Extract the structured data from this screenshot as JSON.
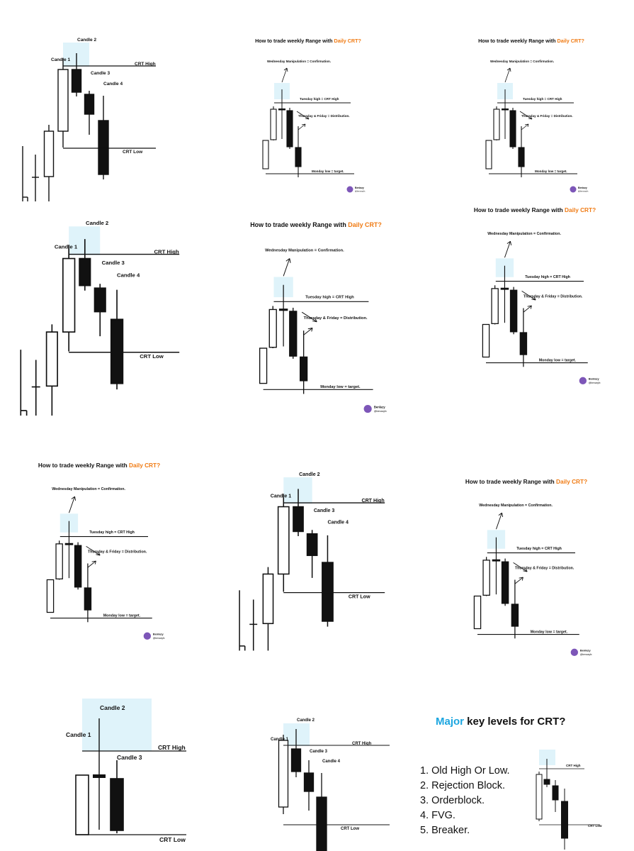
{
  "colors": {
    "accent": "#f07a12",
    "major_blue": "#1ca6e0",
    "zone": "#dff3fa",
    "candle": "#111111",
    "avatar": "#7d56b8"
  },
  "crt": {
    "candle1": "Candle 1",
    "candle2": "Candle 2",
    "candle3": "Candle 3",
    "candle4": "Candle 4",
    "high": "CRT High",
    "low": "CRT Low"
  },
  "weekly": {
    "title_pre": "How to trade weekly Range with ",
    "title_accent": "Daily CRT?",
    "wednesday": "Wednesday Manipulation = Confirmation.",
    "tuesday": "Tuesday high = CRT High",
    "thursday": "Thursday & Friday = Distribution.",
    "monday": "Monday low  = target.",
    "handle_name": "Benlazy",
    "handle_user": "@benzayfx"
  },
  "keylevels": {
    "title_accent": "Major",
    "title_rest": " key levels for CRT?",
    "items": [
      "1. Old High Or Low.",
      "2. Rejection Block.",
      "3. Orderblock.",
      "4. FVG.",
      "5. Breaker."
    ]
  }
}
